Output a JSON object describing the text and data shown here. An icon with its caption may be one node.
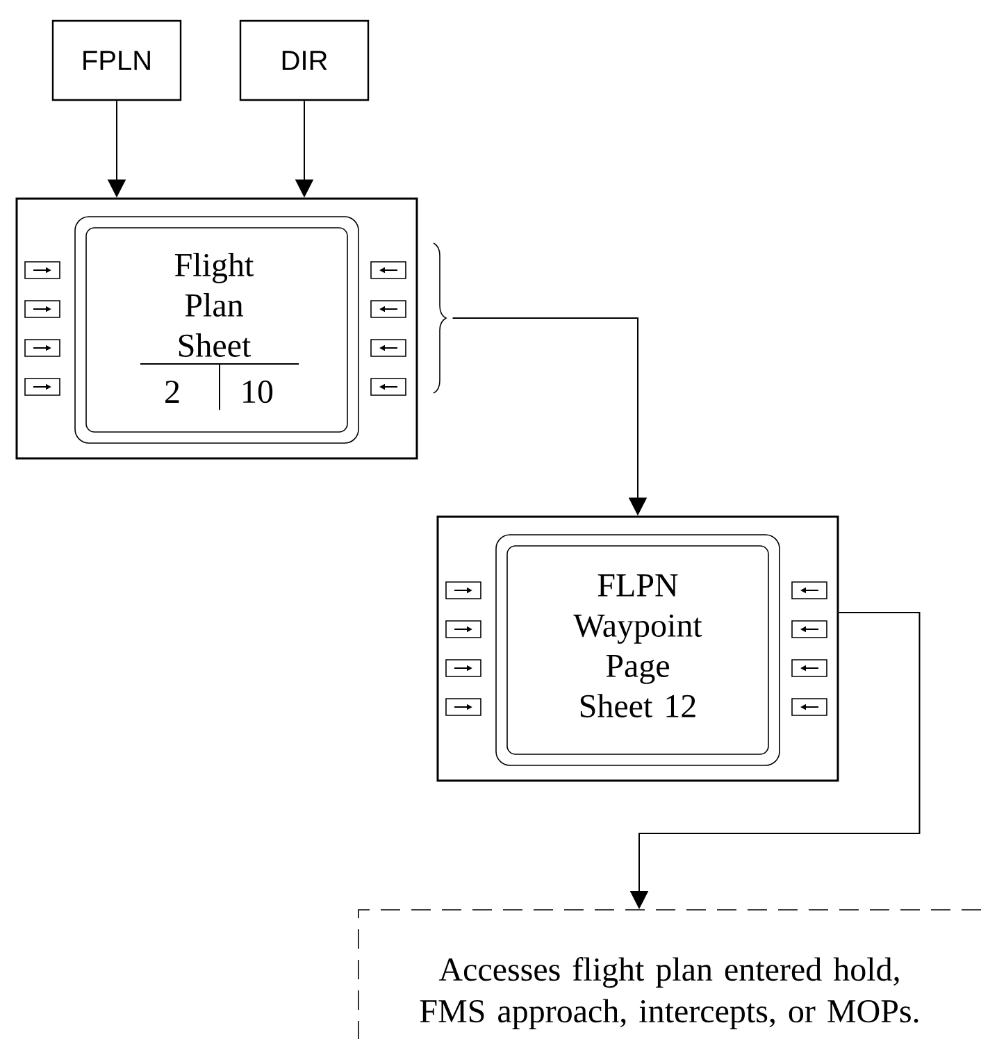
{
  "diagram": {
    "nodes": [
      {
        "text": [
          "FPLN"
        ]
      },
      {
        "text": [
          "DIR"
        ]
      },
      {
        "text": [],
        "shape": "box"
      },
      {
        "text": [
          "Flight Plan Sheet",
          "2",
          "10"
        ],
        "in": 2
      },
      {
        "text": [],
        "shape": "box"
      },
      {
        "text": [
          "FLPN Waypoint Page Sheet 12"
        ],
        "in": 4
      },
      {
        "text": [
          "Accesses flight plan entered hold, FMS approach, intercepts, or MOPs."
        ]
      }
    ],
    "edges": [
      {
        "from": 0,
        "to": 2,
        "arrow": "to"
      },
      {
        "from": 1,
        "to": 2,
        "arrow": "to"
      },
      {
        "from": 2,
        "to": 4,
        "arrow": "to"
      },
      {
        "from": 4,
        "to": 6,
        "arrow": "to"
      }
    ]
  }
}
